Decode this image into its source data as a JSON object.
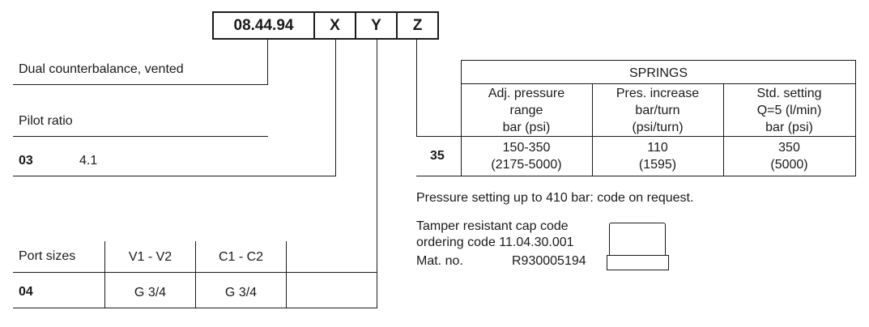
{
  "code": {
    "base": "08.44.94",
    "x": "X",
    "y": "Y",
    "z": "Z"
  },
  "left": {
    "description": "Dual counterbalance, vented",
    "pilot_ratio_label": "Pilot ratio",
    "pilot_ratio_code": "03",
    "pilot_ratio_value": "4.1"
  },
  "ports": {
    "header_label": "Port sizes",
    "col1": "V1 - V2",
    "col2": "C1 - C2",
    "row_code": "04",
    "row_v": "G 3/4",
    "row_c": "G 3/4"
  },
  "springs": {
    "title": "SPRINGS",
    "col1": [
      "Adj. pressure",
      "range",
      "bar (psi)"
    ],
    "col2": [
      "Pres. increase",
      "bar/turn",
      "(psi/turn)"
    ],
    "col3": [
      "Std. setting",
      "Q=5 (l/min)",
      "bar (psi)"
    ],
    "row_code": "35",
    "row_col1": [
      "150-350",
      "(2175-5000)"
    ],
    "row_col2": [
      "110",
      "(1595)"
    ],
    "row_col3": [
      "350",
      "(5000)"
    ]
  },
  "notes": {
    "pressure_setting": "Pressure setting up to 410 bar: code on request.",
    "tamper_line1": "Tamper resistant cap code",
    "tamper_line2": "ordering code 11.04.30.001",
    "mat_label": "Mat. no.",
    "mat_value": "R930005194"
  }
}
